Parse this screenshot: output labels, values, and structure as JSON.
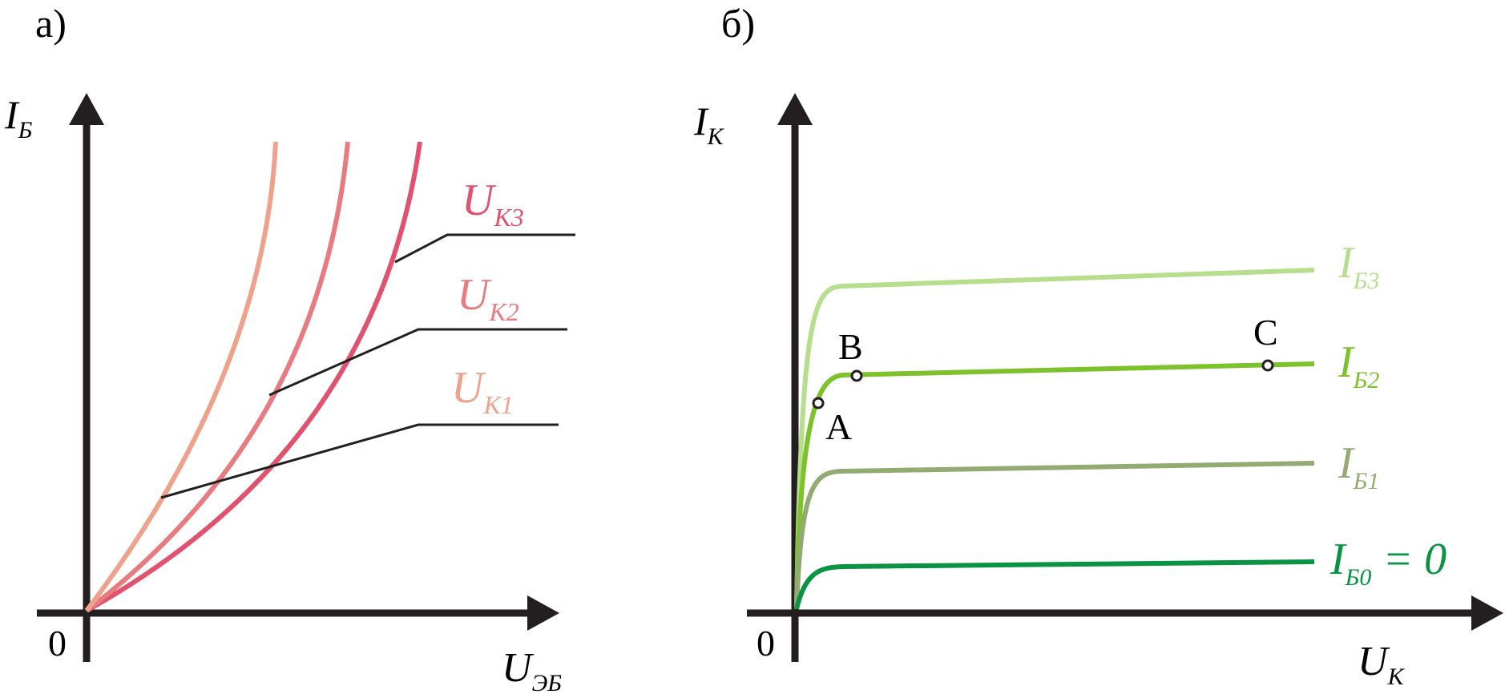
{
  "panel_a": {
    "label": "а)",
    "y_axis": {
      "main": "I",
      "sub": "Б"
    },
    "x_axis": {
      "main": "U",
      "sub": "ЭБ"
    },
    "origin": "0",
    "curves": [
      {
        "main": "U",
        "sub": "К3",
        "color": "#e0526e"
      },
      {
        "main": "U",
        "sub": "К2",
        "color": "#e77b80"
      },
      {
        "main": "U",
        "sub": "К1",
        "color": "#eea28c"
      }
    ]
  },
  "panel_b": {
    "label": "б)",
    "y_axis": {
      "main": "I",
      "sub": "К"
    },
    "x_axis": {
      "main": "U",
      "sub": "К"
    },
    "origin": "0",
    "curves": [
      {
        "main": "I",
        "sub": "Б3",
        "suffix": "",
        "color": "#b6de8d"
      },
      {
        "main": "I",
        "sub": "Б2",
        "suffix": "",
        "color": "#7dc22c"
      },
      {
        "main": "I",
        "sub": "Б1",
        "suffix": "",
        "color": "#93ab72"
      },
      {
        "main": "I",
        "sub": "Б0",
        "suffix": "= 0",
        "color": "#0a9343"
      }
    ],
    "points": {
      "a": "A",
      "b": "B",
      "c": "C"
    }
  },
  "colors": {
    "axis": "#231f20"
  }
}
